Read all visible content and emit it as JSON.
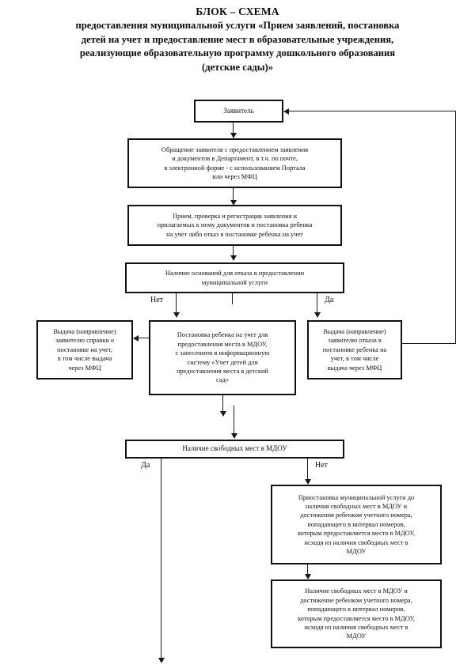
{
  "title": {
    "heading": "БЛОК – СХЕМА",
    "lines": [
      "предоставления муниципальной услуги «Прием заявлений, постановка",
      "детей на учет и предоставление мест в образовательные учреждения,",
      "реализующие образовательную программу дошкольного образования",
      "(детские сады)»"
    ]
  },
  "colors": {
    "page_background": "#ffffff",
    "node_border": "#111111",
    "node_fill": "#ffffff",
    "connector": "#1a1a1a",
    "text": "#111111"
  },
  "chart_data": {
    "type": "diagram",
    "diagram_kind": "flowchart",
    "orientation": "top-to-bottom",
    "nodes": [
      {
        "id": "applicant",
        "label": "Заявитель"
      },
      {
        "id": "application",
        "label": "Обращение заявителя с предоставлением заявления и документов в Департамент,  в т.ч. по почте, в электронной форме - с использованием  Портала или через МФЦ"
      },
      {
        "id": "registration",
        "label": "Прием, проверка и регистрация заявления и прилагаемых к нему документов и  постановка ребенка на учет либо отказ в постановке ребенка на учет"
      },
      {
        "id": "refusal-check",
        "label": "Наличие оснований для отказа в предоставлении муниципальной услуги"
      },
      {
        "id": "issue-certificate",
        "label": "Выдача (направление) заявителю справки о постановке на учет, в том числе выдача через МФЦ"
      },
      {
        "id": "register-child",
        "label": "Постановка ребенка на учет для предоставления места в МДОУ, с занесением в информационную систему «Учет детей для предоставления места в детский сад»"
      },
      {
        "id": "issue-refusal",
        "label": "Выдача (направление) заявителю отказа в постановке ребенка на учет, в том числе выдача через МФЦ"
      },
      {
        "id": "vacancy-check",
        "label": "Наличие свободных мест в МДОУ"
      },
      {
        "id": "suspension",
        "label": "Приостановка муниципальной услуги до наличия свободных мест в МДОУ и достижения ребенком учетного номера, попадающего в интервал номеров, которым предоставляется место в МДОУ, исходя из наличия свободных мест в МДОУ"
      },
      {
        "id": "vacancy-reached",
        "label": "Наличие свободных мест в МДОУ и достижение ребенком учетного номера, попадающего в интервал номеров, которым предоставляется место в МДОУ, исходя из наличия свободных мест в МДОУ"
      }
    ],
    "edges": [
      {
        "from": "applicant",
        "to": "application",
        "label": ""
      },
      {
        "from": "application",
        "to": "registration",
        "label": ""
      },
      {
        "from": "registration",
        "to": "refusal-check",
        "label": ""
      },
      {
        "from": "refusal-check",
        "to": "register-child",
        "label": "Нет"
      },
      {
        "from": "refusal-check",
        "to": "issue-refusal",
        "label": "Да"
      },
      {
        "from": "register-child",
        "to": "issue-certificate",
        "label": ""
      },
      {
        "from": "register-child",
        "to": "vacancy-check",
        "label": ""
      },
      {
        "from": "issue-refusal",
        "to": "applicant",
        "label": ""
      },
      {
        "from": "vacancy-check",
        "to": "",
        "label": "Да"
      },
      {
        "from": "vacancy-check",
        "to": "suspension",
        "label": "Нет"
      },
      {
        "from": "suspension",
        "to": "vacancy-reached",
        "label": ""
      }
    ],
    "branch_labels": [
      "Нет",
      "Да",
      "Да",
      "Нет"
    ]
  },
  "nodes": {
    "applicant": "Заявитель",
    "application": [
      "Обращение заявителя с предоставлением заявления",
      "и документов в Департамент,  в т.ч. по почте,",
      "в электронной форме - с использованием  Портала",
      "или через МФЦ"
    ],
    "registration": [
      "Прием, проверка и регистрация заявления и",
      "прилагаемых к нему документов и  постановка ребенка",
      "на учет либо отказ в постановке ребенка на учет"
    ],
    "refusal_check": [
      "Наличие оснований для отказа в предоставлении",
      "муниципальной услуги"
    ],
    "issue_certificate": [
      "Выдача (направление)",
      "заявителю справки о",
      "постановке на учет,",
      "в том числе выдача",
      "через МФЦ"
    ],
    "register_child": [
      "Постановка ребенка на учет для",
      "предоставления места в МДОУ,",
      "с занесением в информационную",
      "систему «Учет детей для",
      "предоставления места в детский",
      "сад»"
    ],
    "issue_refusal": [
      "Выдача (направление)",
      "заявителю отказа в",
      "постановке ребенка на",
      "учет, в том числе",
      "выдача через МФЦ"
    ],
    "vacancy_check": "Наличие свободных мест в МДОУ",
    "suspension": [
      "Приостановка муниципальной услуги до",
      "наличия свободных мест в МДОУ и",
      "достижения ребенком учетного номера,",
      "попадающего в интервал номеров,",
      "которым предоставляется место в МДОУ,",
      "исходя из наличия свободных мест в",
      "МДОУ"
    ],
    "vacancy_reached": [
      "Наличие свободных мест в МДОУ и",
      "достижение ребенком учетного номера,",
      "попадающего в интервал номеров,",
      "которым предоставляется место в МДОУ,",
      "исходя из наличия свободных мест в",
      "МДОУ"
    ]
  },
  "labels": {
    "no_refusal": "Нет",
    "yes_refusal": "Да",
    "yes_vacancy": "Да",
    "no_vacancy": "Нет"
  }
}
